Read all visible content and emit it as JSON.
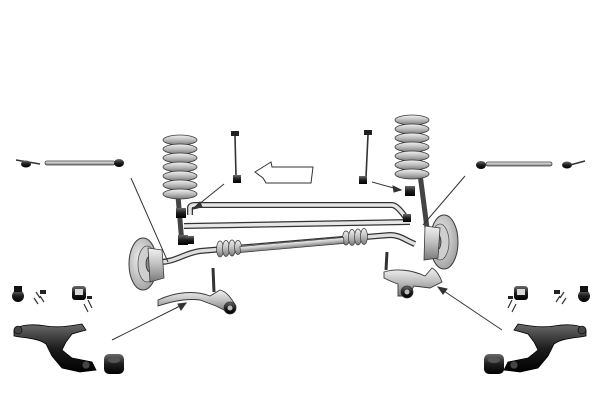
{
  "diagram": {
    "colors": {
      "background": "#ffffff",
      "part_light": "#d9d9d9",
      "part_mid": "#a6a6a6",
      "part_dark": "#333333",
      "outline": "#3a3a3a",
      "black": "#111111"
    },
    "parts": [
      "tie-rod-left",
      "tie-rod-right",
      "coil-spring-left",
      "coil-spring-right",
      "stabilizer-link-left",
      "stabilizer-link-right",
      "stabilizer-bar",
      "steering-rack",
      "brake-disc-left",
      "brake-disc-right",
      "control-arm-left",
      "control-arm-right",
      "ball-joint-left",
      "ball-joint-right",
      "bushing-left",
      "bushing-right",
      "direction-arrow"
    ]
  }
}
